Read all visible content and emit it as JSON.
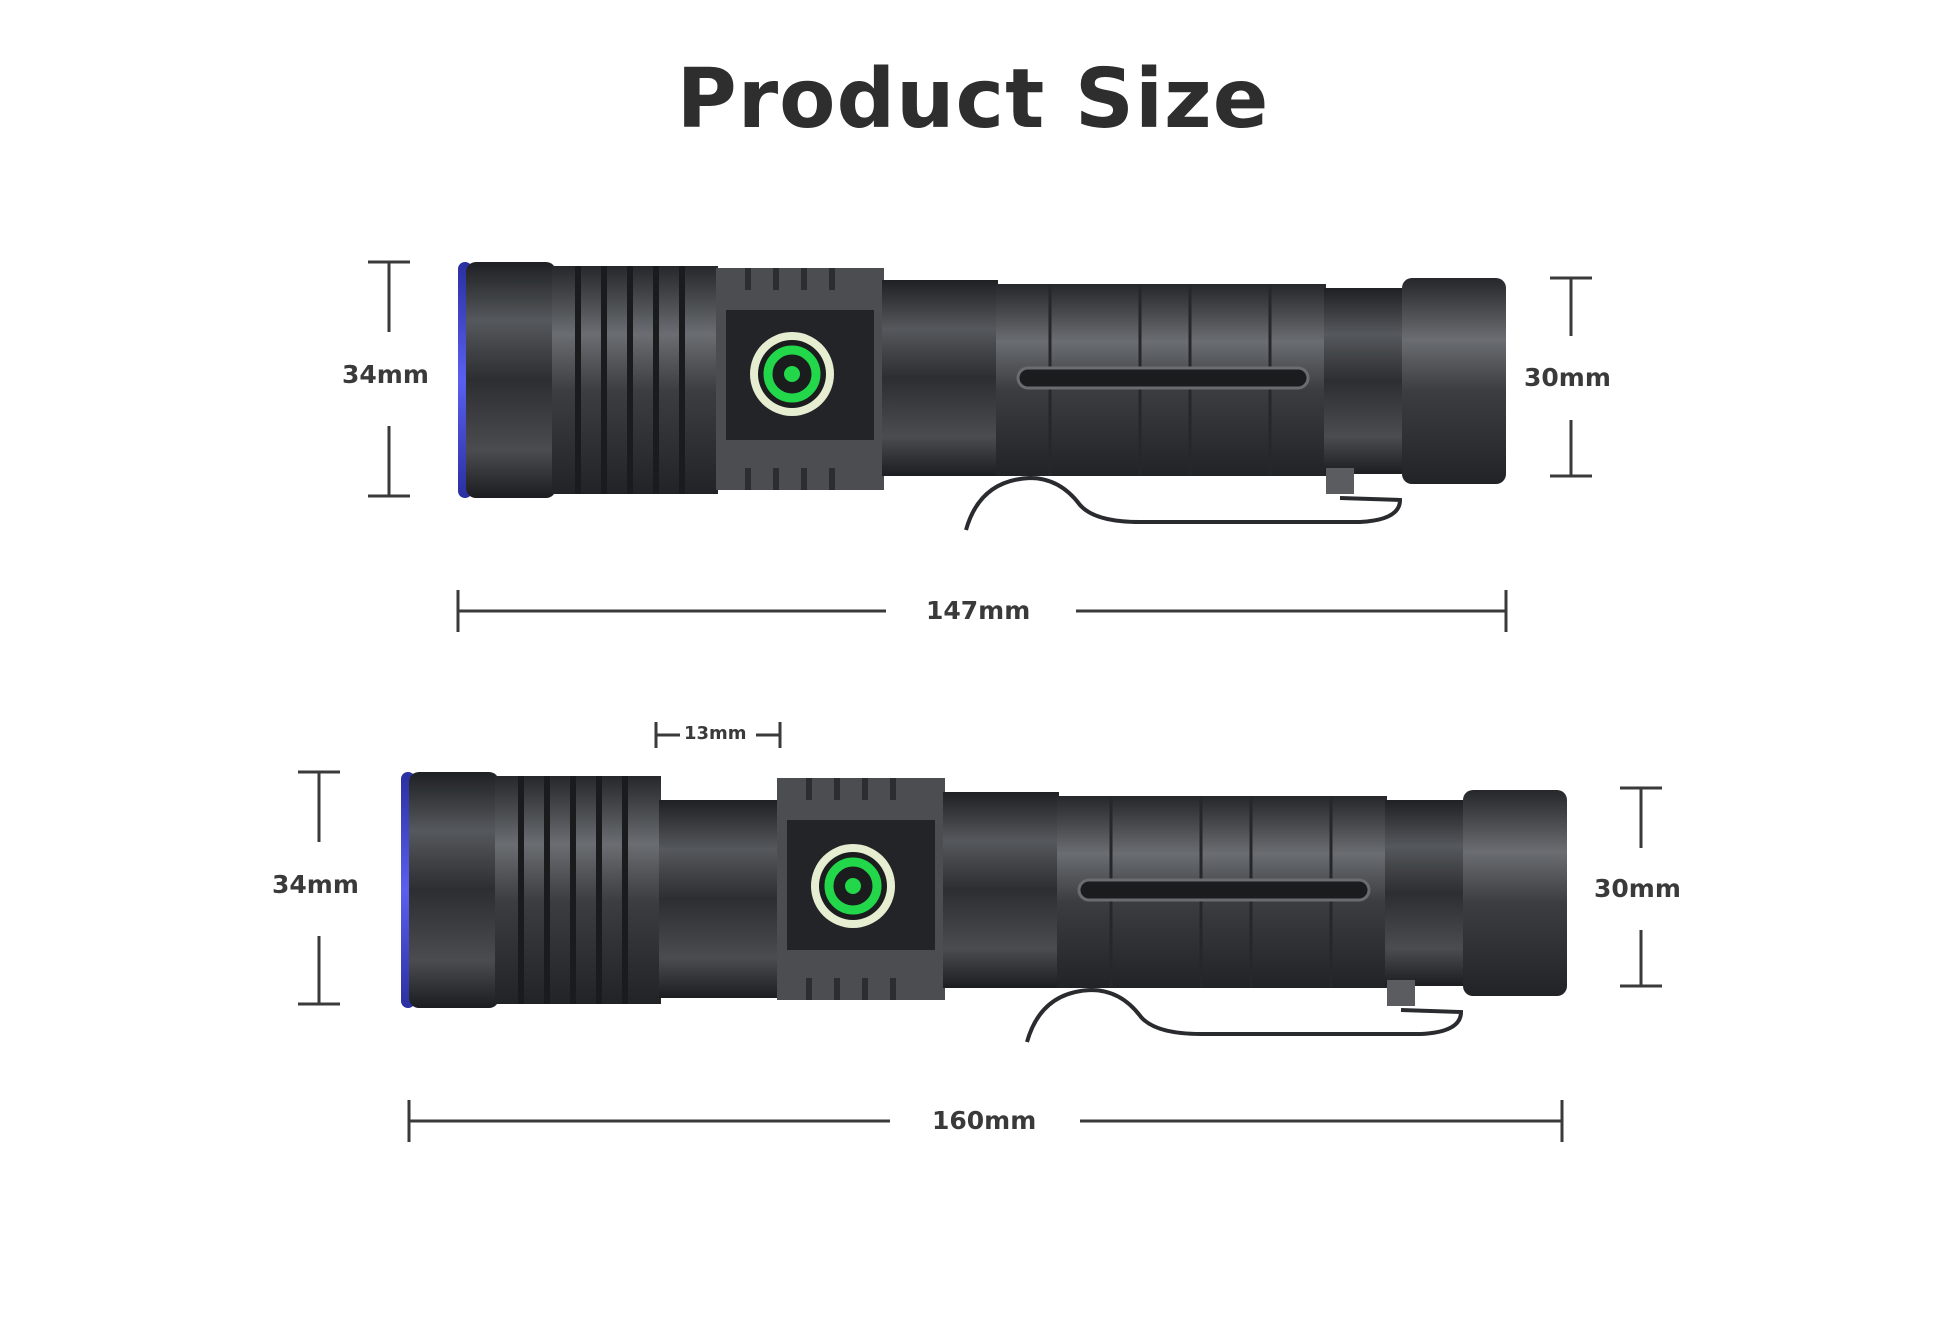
{
  "title": "Product Size",
  "collapsed": {
    "head_diameter": "34mm",
    "tail_diameter": "30mm",
    "length": "147mm"
  },
  "extended": {
    "zoom_extension": "13mm",
    "head_diameter": "34mm",
    "tail_diameter": "30mm",
    "length": "160mm"
  },
  "colors": {
    "body": "#3a3c3f",
    "lens_ring": "#3b3fc0",
    "switch_ring": "#e4ecd0",
    "switch_light": "#22d84a",
    "dimension_line": "#3a3a3a"
  }
}
